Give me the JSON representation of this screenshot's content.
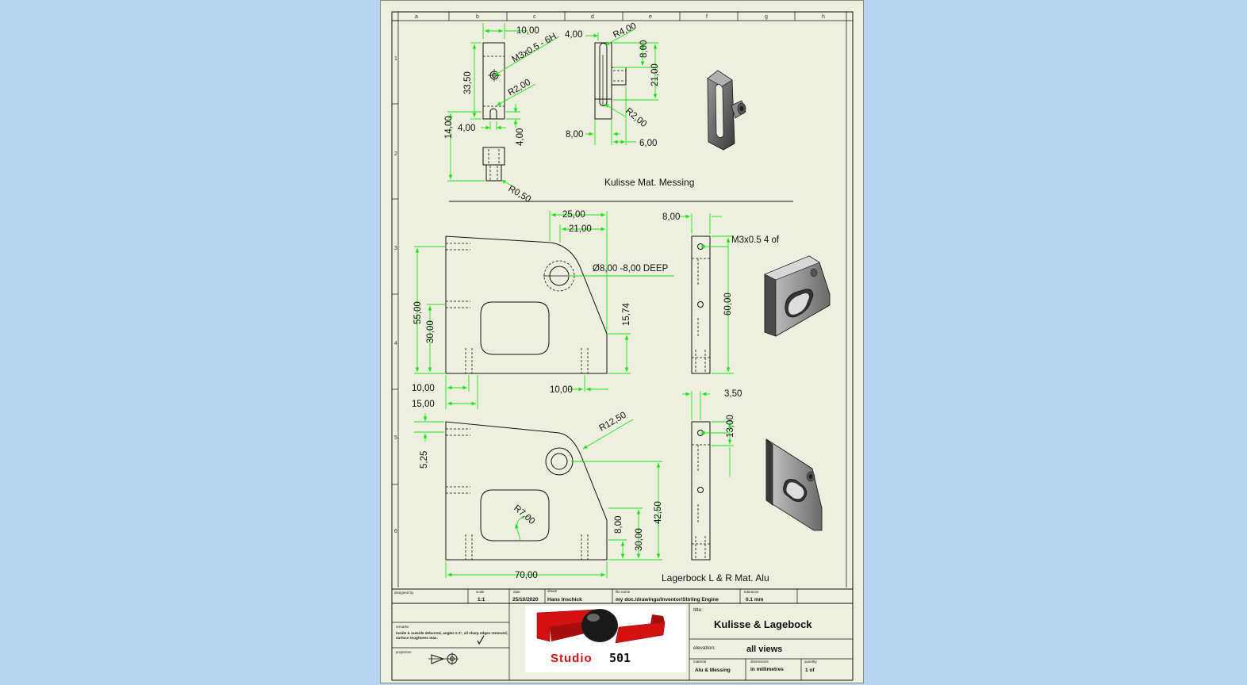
{
  "colors": {
    "background": "#b5d4f0",
    "sheet": "#efefdf",
    "dimension": "#19e619",
    "logo_red": "#d41010"
  },
  "zones": {
    "columns": [
      "a",
      "b",
      "c",
      "d",
      "e",
      "f",
      "g",
      "h"
    ],
    "rows": [
      "1",
      "2",
      "3",
      "4",
      "5",
      "6"
    ]
  },
  "kulisse": {
    "dims": {
      "width_top": "10,00",
      "thread": "M3x0.5 - 6H",
      "height": "33,50",
      "radius": "R2,00",
      "slot_w": "4,00",
      "slot_h": "4,00",
      "total_h": "14,00",
      "round_r": "R0,50",
      "side_top": "4,00",
      "side_r": "R4,00",
      "side_8": "8,00",
      "side_21": "21,00",
      "side_r2": "R2,00",
      "side_8b": "8,00",
      "side_6": "6,00"
    },
    "caption": "Kulisse Mat. Messing"
  },
  "lagerbock": {
    "dims": {
      "d25": "25,00",
      "d21": "21,00",
      "hole": "Ø8,00 -8,00 DEEP",
      "d55": "55,00",
      "d30": "30,00",
      "d1574": "15,74",
      "d10a": "10,00",
      "d15": "15,00",
      "d10b": "10,00",
      "side_8": "8,00",
      "thread": "M3x0.5 4 of",
      "d60": "60,00",
      "d350": "3,50",
      "d13": "13,00",
      "d525": "5,25",
      "r1250": "R12,50",
      "r7": "R7,00",
      "d8": "8,00",
      "d30b": "30,00",
      "d4250": "42,50",
      "d70": "70,00"
    },
    "caption": "Lagerbock L & R Mat. Alu"
  },
  "title_block": {
    "designed_by_label": "designed by",
    "scale_label": "scale",
    "scale": "1:1",
    "date_label": "date",
    "date": "25/10/2020",
    "drawn_label": "drawn",
    "drawn": "Hans Inschick",
    "file_label": "file name",
    "file": "my doc./drawings/Inventor/Stirling Engine",
    "tolerance_label": "tolerance",
    "tolerance": "0.1 mm",
    "remarks_label": "remarks",
    "remarks": "inside & outside deburred, angles ≤ 2°, all sharp edges removed, surface roughness max.",
    "projection_label": "projection",
    "logo_text": "Studio",
    "logo_number": "501",
    "title_label": "title:",
    "title": "Kulisse & Lagebock",
    "elevation_label": "elevation:",
    "elevation": "all views",
    "material_label": "material",
    "material": "Alu & Messing",
    "dimensions_label": "dimensions",
    "dimensions": "in millimetres",
    "quantity_label": "quantity",
    "quantity": "1 of"
  }
}
